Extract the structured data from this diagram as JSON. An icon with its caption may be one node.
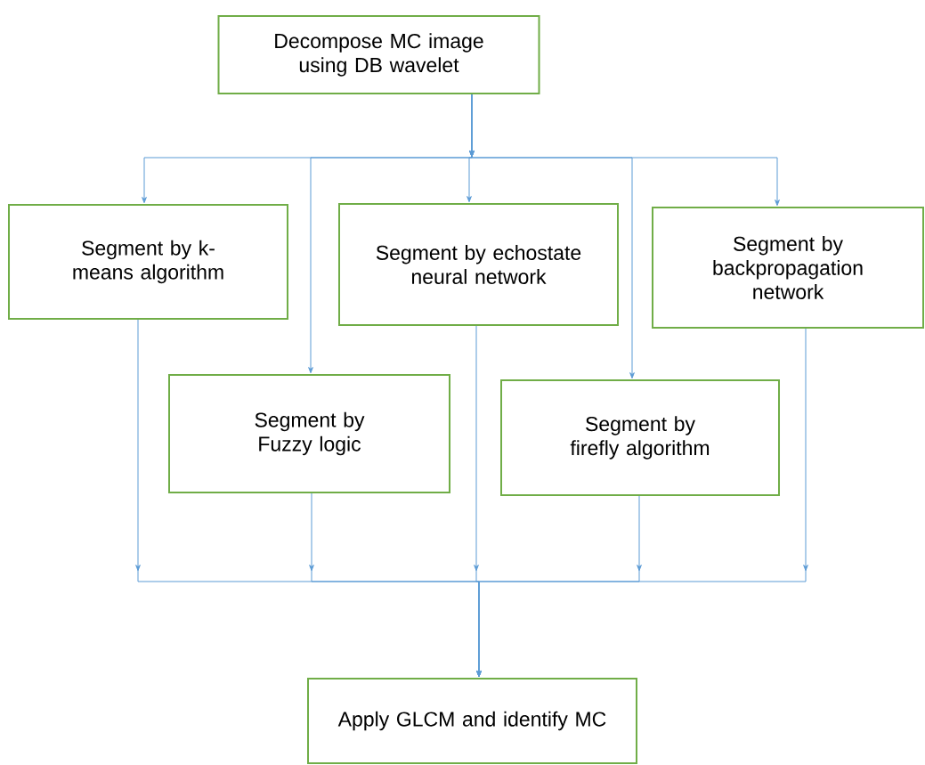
{
  "diagram": {
    "nodes": [
      {
        "text": [
          "Decompose MC image using DB wavelet"
        ]
      },
      {
        "text": [
          "Segment by k-means algorithm"
        ]
      },
      {
        "text": [
          "Segment by echostate neural network"
        ]
      },
      {
        "text": [
          "Segment by backpropagation network"
        ]
      },
      {
        "text": [
          "Segment by Fuzzy logic"
        ]
      },
      {
        "text": [
          "Segment by firefly algorithm"
        ]
      },
      {
        "text": [
          "Apply GLCM and identify MC"
        ]
      }
    ],
    "edges": [
      {
        "from": 0,
        "to": 1,
        "arrow": "to"
      },
      {
        "from": 0,
        "to": 4,
        "arrow": "to"
      },
      {
        "from": 0,
        "to": 2,
        "arrow": "to"
      },
      {
        "from": 0,
        "to": 5,
        "arrow": "to"
      },
      {
        "from": 0,
        "to": 3,
        "arrow": "to"
      },
      {
        "from": 1,
        "to": 6,
        "arrow": "to"
      },
      {
        "from": 4,
        "to": 6,
        "arrow": "to"
      },
      {
        "from": 2,
        "to": 6,
        "arrow": "to"
      },
      {
        "from": 5,
        "to": 6,
        "arrow": "to"
      },
      {
        "from": 3,
        "to": 6,
        "arrow": "to"
      }
    ]
  }
}
